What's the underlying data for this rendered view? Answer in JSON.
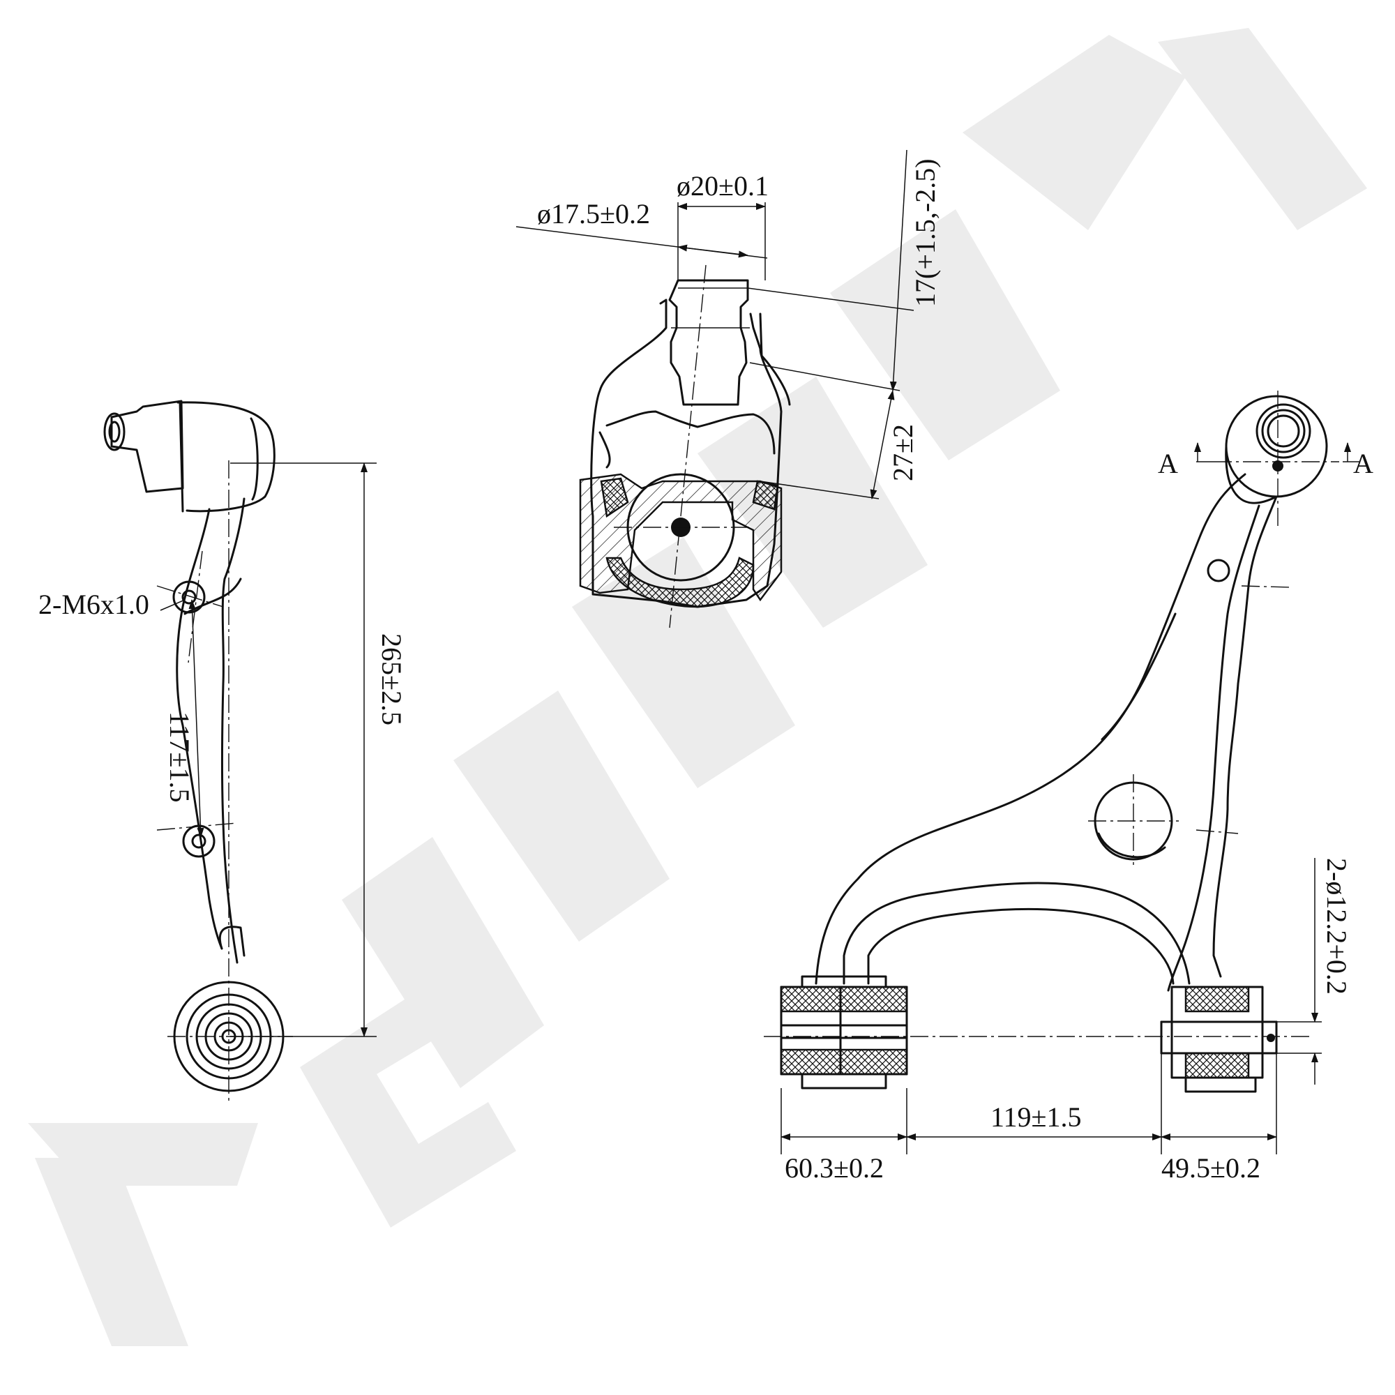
{
  "watermark": "ZENNEK",
  "dimensions": {
    "thread": "2-M6x1.0",
    "arm_length": "265±2.5",
    "bolt_spacing": "117±1.5",
    "stud_dia_small": "ø17.5±0.2",
    "stud_dia_large": "ø20±0.1",
    "taper_length": "17(+1.5,-2.5)",
    "stud_height": "27±2",
    "bushing_width_left": "60.3±0.2",
    "bushing_spacing": "119±1.5",
    "bushing_width_right": "49.5±0.2",
    "bushing_bore": "2-ø12.2+0.2"
  },
  "section_marker": {
    "left": "A",
    "right": "A"
  }
}
